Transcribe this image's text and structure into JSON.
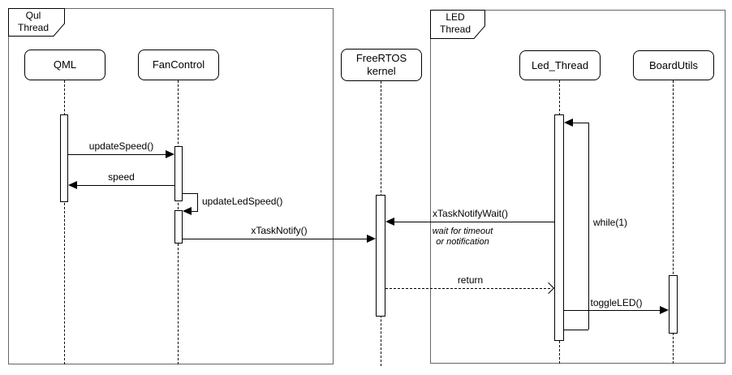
{
  "frames": [
    {
      "label_line1": "Qul",
      "label_line2": "Thread"
    },
    {
      "label_line1": "LED",
      "label_line2": "Thread"
    }
  ],
  "participants": [
    {
      "label": "QML"
    },
    {
      "label": "FanControl"
    },
    {
      "label_line1": "FreeRTOS",
      "label_line2": "kernel"
    },
    {
      "label": "Led_Thread"
    },
    {
      "label": "BoardUtils"
    }
  ],
  "messages": {
    "update_speed": "updateSpeed()",
    "speed": "speed",
    "update_led_speed": "updateLedSpeed()",
    "x_task_notify": "xTaskNotify()",
    "x_task_notify_wait": "xTaskNotifyWait()",
    "wait_note_line1": "wait for timeout",
    "wait_note_line2": "or notification",
    "return_msg": "return",
    "toggle_led": "toggleLED()",
    "while_loop": "while(1)"
  },
  "colors": {
    "shape_border": "#000000",
    "frame_border": "#666666",
    "canvas_background": "#ffffff"
  }
}
